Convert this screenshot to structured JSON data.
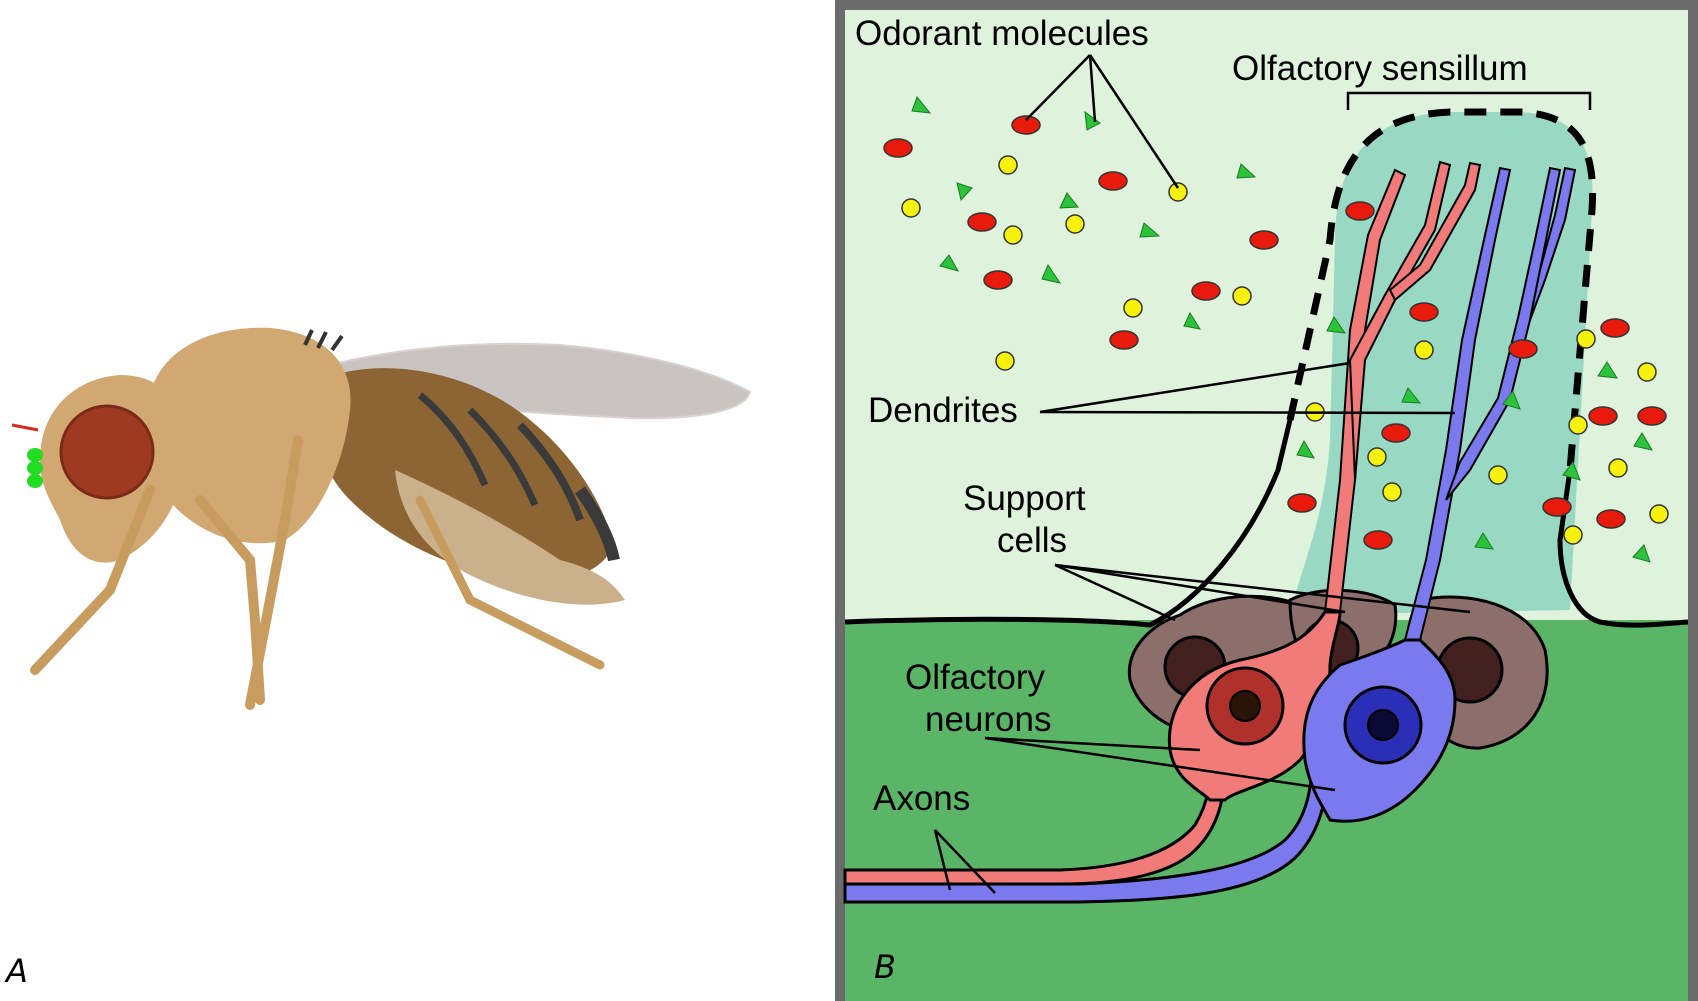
{
  "panels": {
    "a": {
      "letter": "A"
    },
    "b": {
      "letter": "B"
    }
  },
  "labels": {
    "odorant_molecules": "Odorant molecules",
    "olfactory_sensillum": "Olfactory sensillum",
    "dendrites": "Dendrites",
    "support_cells_line1": "Support",
    "support_cells_line2": "cells",
    "olfactory_neurons_line1": "Olfactory",
    "olfactory_neurons_line2": "neurons",
    "axons": "Axons"
  },
  "colors": {
    "air": "#dff2dc",
    "tissue": "#5ab567",
    "sensillum": "#99d9c4",
    "frame": "#6b6b6b",
    "red_odorant": "#e81a0c",
    "yellow_odorant": "#f6f10f",
    "green_odorant": "#2cc23a",
    "red_neuron": "#f07b78",
    "blue_neuron": "#7b79ee",
    "support_cell": "#8c6e6b",
    "fly_body": "#d2a872",
    "fly_eye": "#9f3a22"
  }
}
